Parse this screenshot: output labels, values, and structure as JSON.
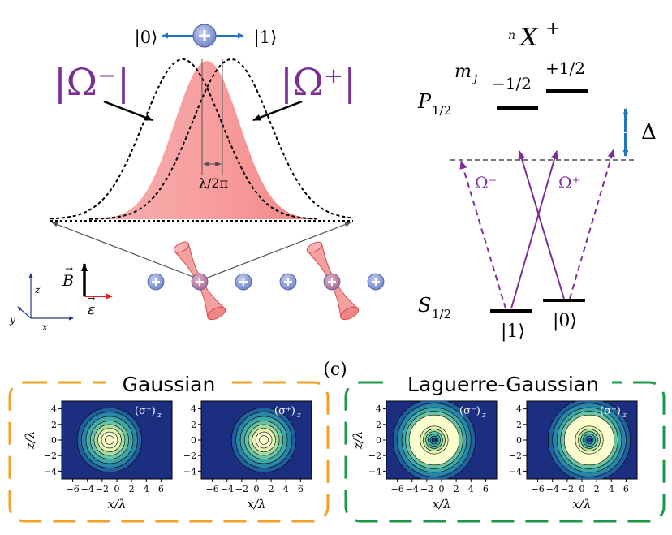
{
  "top_left": {
    "ket0": "|0⟩",
    "ket1": "|1⟩",
    "omega_minus": "|Ω⁻|",
    "omega_plus": "|Ω⁺|",
    "spacing": "λ/2π",
    "b_field": "B",
    "eps_field": "ε",
    "axis_z": "z",
    "axis_y": "y",
    "axis_x": "x"
  },
  "top_right": {
    "species_sup": "n",
    "species": "X",
    "species_charge": "+",
    "mj_label": "m",
    "mj_sub": "j",
    "mj_minus": "−1/2",
    "mj_plus": "+1/2",
    "p_level": "P",
    "p_sub": "1/2",
    "s_level": "S",
    "s_sub": "1/2",
    "delta": "Δ",
    "omega_minus": "Ω⁻",
    "omega_plus": "Ω⁺",
    "ket1": "|1⟩",
    "ket0": "|0⟩"
  },
  "panel_c_label": "(c)",
  "gaussian_group": {
    "title": "Gaussian",
    "color": "#f2a126",
    "plots": [
      {
        "label": "(σ⁻)",
        "sub": "z",
        "center_x": -1
      },
      {
        "label": "(σ⁺)",
        "sub": "z",
        "center_x": 1
      }
    ]
  },
  "lg_group": {
    "title": "Laguerre-Gaussian",
    "color": "#1a9a48",
    "plots": [
      {
        "label": "(σ⁻)",
        "sub": "z",
        "center_x": -1
      },
      {
        "label": "(σ⁺)",
        "sub": "z",
        "center_x": 1
      }
    ]
  },
  "axes": {
    "xlabel": "x/λ",
    "ylabel": "z/λ",
    "xticks": [
      "−6",
      "−4",
      "−2",
      "0",
      "2",
      "4",
      "6"
    ],
    "yticks": [
      "4",
      "2",
      "0",
      "−2",
      "−4"
    ]
  },
  "colors": {
    "purple": "#7b2f96",
    "beam_fill": "#f59a9a",
    "ion_blue": "#8c9ed6",
    "ion_pink": "#c98fae",
    "arrow_blue": "#2175c0",
    "eps_red": "#e22020",
    "plot_bg": "#1c2e7f"
  }
}
